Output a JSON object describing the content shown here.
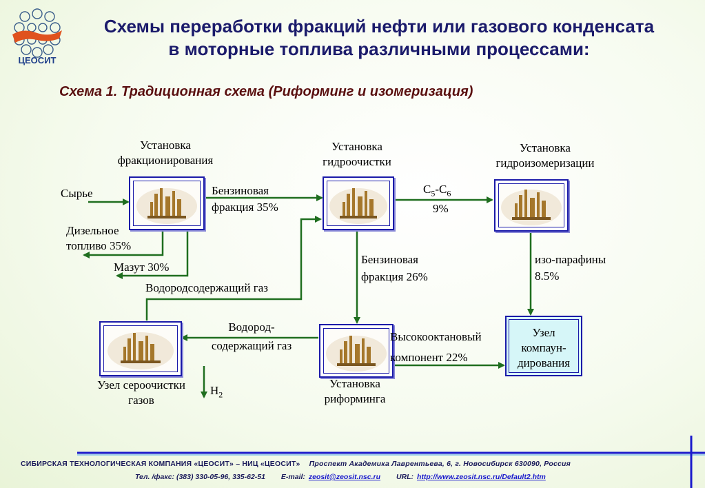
{
  "header": {
    "title_line1": "Схемы переработки фракций нефти или газового конденсата",
    "title_line2": "в моторные топлива различными процессами:",
    "subtitle": "Схема 1.  Традиционная схема  (Риформинг и изомеризация)",
    "logo_text": "ЦЕОСИТ"
  },
  "units": {
    "fractionation": {
      "line1": "Установка",
      "line2": "фракционирования"
    },
    "hydrotreating": {
      "line1": "Установка",
      "line2": "гидроочистки"
    },
    "isomerization": {
      "line1": "Установка",
      "line2": "гидроизомеризации"
    },
    "gas_cleaning": {
      "line1": "Узел сероочистки",
      "line2": "газов"
    },
    "reforming": {
      "line1": "Установка",
      "line2": "риформинга"
    },
    "compounding": {
      "line1": "Узел",
      "line2": "компаун-",
      "line3": "дирования"
    }
  },
  "flows": {
    "feed": "Сырье",
    "gasoline_fraction_35_l1": "Бензиновая",
    "gasoline_fraction_35_l2": "фракция 35%",
    "diesel_l1": "Дизельное",
    "diesel_l2": "топливо 35%",
    "fuel_oil": "Мазут 30%",
    "hydrogen_gas": "Водородсодержащий газ",
    "c5c6_c1": "C",
    "c5c6_s1": "5",
    "c5c6_c2": "-C",
    "c5c6_s2": "6",
    "c5c6_pct": "9%",
    "gasoline_fraction_26_l1": "Бензиновая",
    "gasoline_fraction_26_l2": "фракция 26%",
    "isoparaffins_l1": "изо-парафины",
    "isoparaffins_l2": "8.5%",
    "hydrogen_gas2_l1": "Водород-",
    "hydrogen_gas2_l2": "содержащий газ",
    "high_octane_l1": "Высокооктановый",
    "high_octane_l2": "компонент 22%",
    "h2_main": "H",
    "h2_sub": "2"
  },
  "footer": {
    "company": "СИБИРСКАЯ  ТЕХНОЛОГИЧЕСКАЯ  КОМПАНИЯ  «ЦЕОСИТ»  –  НИЦ  «ЦЕОСИТ»",
    "address": "Проспект Академика  Лаврентьева, 6,  г. Новосибирск 630090,  Россия",
    "phone": "Тел. /факс: (383) 330-05-96,  335-62-51",
    "email_label": "E-mail:",
    "email": "zeosit@zeosit.nsc.ru",
    "url_label": "URL:",
    "url": "http://www.zeosit.nsc.ru/Default2.htm"
  },
  "colors": {
    "arrow": "#1f6e1f",
    "box_border": "#1a1aa8",
    "title": "#1b1b6b",
    "subtitle": "#5a1010",
    "compounding_fill": "#d6f6f8"
  }
}
